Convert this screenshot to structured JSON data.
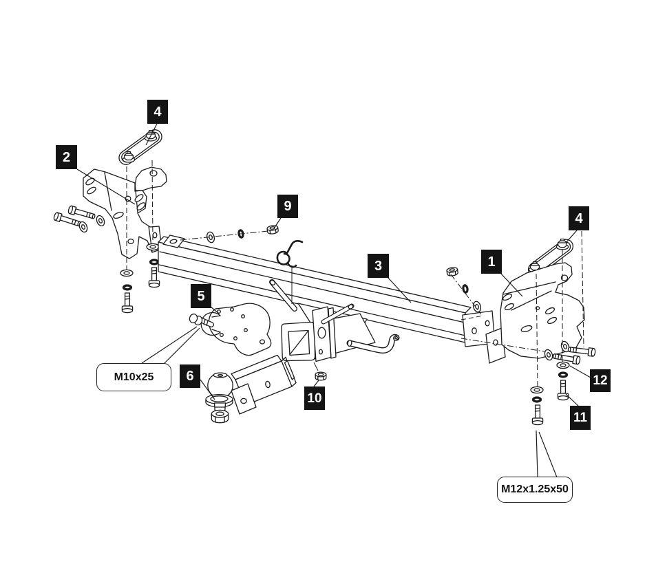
{
  "figure": {
    "type": "exploded-assembly-diagram",
    "subject": "Towbar trailer-hitch exploded parts diagram",
    "background_color": "#ffffff",
    "line_color": "#1b1b1b",
    "label_bg_color": "#141414",
    "label_text_color": "#ffffff",
    "part_labels": [
      {
        "id": "label-4-top-left",
        "text": "4"
      },
      {
        "id": "label-2",
        "text": "2"
      },
      {
        "id": "label-9",
        "text": "9"
      },
      {
        "id": "label-3",
        "text": "3"
      },
      {
        "id": "label-1",
        "text": "1"
      },
      {
        "id": "label-4-right",
        "text": "4"
      },
      {
        "id": "label-5",
        "text": "5"
      },
      {
        "id": "label-6",
        "text": "6"
      },
      {
        "id": "label-10",
        "text": "10"
      },
      {
        "id": "label-12",
        "text": "12"
      },
      {
        "id": "label-11",
        "text": "11"
      }
    ],
    "callouts": [
      {
        "id": "callout-m10",
        "text": "M10x25"
      },
      {
        "id": "callout-m12",
        "text": "M12x1.25x50"
      }
    ]
  }
}
